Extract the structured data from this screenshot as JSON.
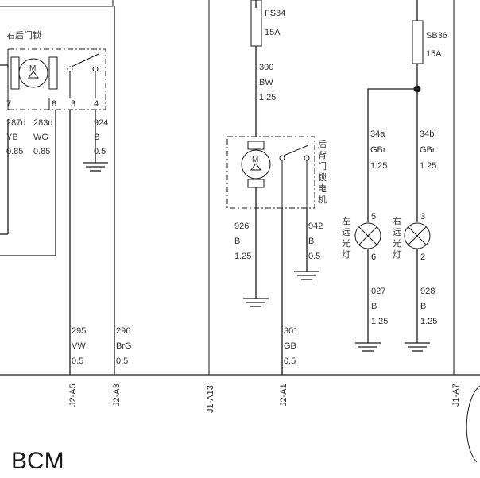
{
  "title": "BCM",
  "rear_right_lock": {
    "name": "右后门锁",
    "pins": [
      "7",
      "8",
      "3",
      "4"
    ]
  },
  "wires": {
    "w287": [
      "287d",
      "YB",
      "0.85"
    ],
    "w283": [
      "283d",
      "WG",
      "0.85"
    ],
    "w924": [
      "924",
      "B",
      "0.5"
    ],
    "w295": [
      "295",
      "VW",
      "0.5"
    ],
    "w296": [
      "296",
      "BrG",
      "0.5"
    ],
    "w300": [
      "300",
      "BW",
      "1.25"
    ],
    "w926": [
      "926",
      "B",
      "1.25"
    ],
    "w942": [
      "942",
      "B",
      "0.5"
    ],
    "w301": [
      "301",
      "GB",
      "0.5"
    ],
    "w34a": [
      "34a",
      "GBr",
      "1.25"
    ],
    "w34b": [
      "34b",
      "GBr",
      "1.25"
    ],
    "w027": [
      "027",
      "B",
      "1.25"
    ],
    "w928": [
      "928",
      "B",
      "1.25"
    ]
  },
  "fuses": {
    "fs34": [
      "FS34",
      "15A"
    ],
    "sb36": [
      "SB36",
      "15A"
    ]
  },
  "liftgate_motor": {
    "name": [
      "后",
      "背",
      "门",
      "锁",
      "电",
      "机"
    ]
  },
  "left_high_beam": {
    "name": [
      "左",
      "远",
      "光",
      "灯"
    ],
    "pins": [
      "5",
      "6"
    ]
  },
  "right_high_beam": {
    "name": [
      "右",
      "远",
      "光",
      "灯"
    ],
    "pins": [
      "3",
      "2"
    ]
  },
  "connectors": [
    "J2-A5",
    "J2-A3",
    "J1-A13",
    "J2-A1",
    "J1-A7"
  ]
}
